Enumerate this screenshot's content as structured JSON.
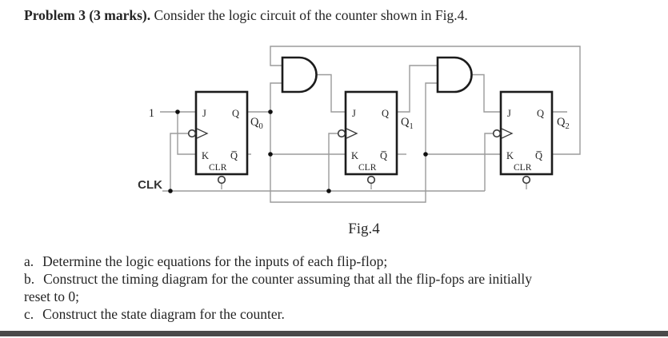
{
  "title": {
    "bold": "Problem 3 (3 marks).",
    "rest": "Consider the logic circuit of the counter shown in Fig.4."
  },
  "figure": {
    "caption": "Fig.4",
    "clk_label": "CLK",
    "const_input": "1",
    "ff": {
      "j": "J",
      "k": "K",
      "q": "Q",
      "qbar": "Q̅",
      "clr": "CLR"
    },
    "outputs": [
      {
        "base": "Q",
        "sub": "0"
      },
      {
        "base": "Q",
        "sub": "1"
      },
      {
        "base": "Q",
        "sub": "2"
      }
    ]
  },
  "tasks": [
    {
      "label": "a.",
      "text": "Determine the logic equations for the inputs of each flip-flop;"
    },
    {
      "label": "b.",
      "text": "Construct the timing diagram for the counter assuming that all the flip-fops are initially"
    },
    {
      "label": "",
      "text": "reset to 0;"
    },
    {
      "label": "c.",
      "text": "Construct the state diagram for the counter."
    }
  ],
  "colors": {
    "wire": "#9b9b9b",
    "outline": "#1c1c1c",
    "text": "#242424",
    "bottom_bar": "#4a4a4a"
  }
}
